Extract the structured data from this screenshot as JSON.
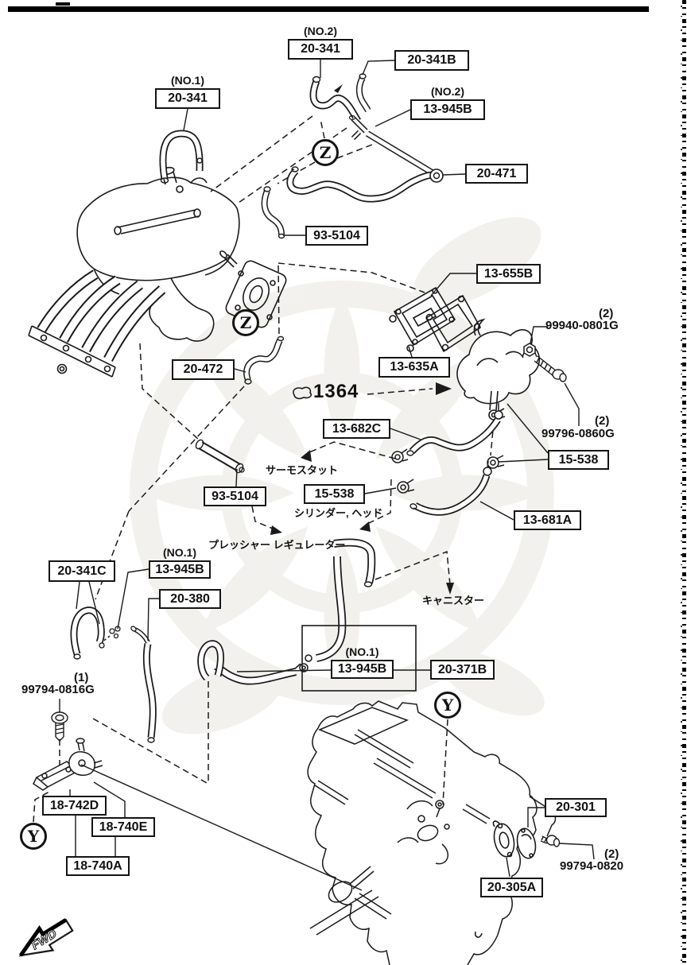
{
  "figure": {
    "number": "1364"
  },
  "markers": {
    "z": "Z",
    "y": "Y"
  },
  "direction": {
    "label": "FWD"
  },
  "colors": {
    "ink": "#1a1a1a",
    "watermark": "#e9e6df"
  },
  "annotations": {
    "thermostat": "サーモスタット",
    "cylinder_head": "シリンダー, ヘッド",
    "pressure_regulator": "プレッシャー レギュレーター",
    "canister": "キャニスター"
  },
  "labels": [
    {
      "text": "20-341",
      "note": "(NO.2)"
    },
    {
      "text": "20-341B"
    },
    {
      "text": "20-341",
      "note": "(NO.1)"
    },
    {
      "text": "13-945B",
      "note": "(NO.2)"
    },
    {
      "text": "20-471"
    },
    {
      "text": "93-5104"
    },
    {
      "text": "13-655B"
    },
    {
      "text": "13-635A"
    },
    {
      "text": "13-682C"
    },
    {
      "text": "15-538"
    },
    {
      "text": "15-538"
    },
    {
      "text": "13-681A"
    },
    {
      "text": "93-5104"
    },
    {
      "text": "20-472"
    },
    {
      "text": "13-945B",
      "note": "(NO.1)"
    },
    {
      "text": "20-341C"
    },
    {
      "text": "20-380"
    },
    {
      "text": "18-742D"
    },
    {
      "text": "18-740E"
    },
    {
      "text": "18-740A"
    },
    {
      "text": "13-945B",
      "note": "(NO.1)"
    },
    {
      "text": "20-371B"
    },
    {
      "text": "20-301"
    },
    {
      "text": "20-305A"
    }
  ],
  "part_numbers": [
    {
      "text": "99940-0801G",
      "qty": "(2)"
    },
    {
      "text": "99796-0860G",
      "qty": "(2)"
    },
    {
      "text": "99794-0816G",
      "qty": "(1)"
    },
    {
      "text": "99794-0820",
      "qty": "(2)"
    }
  ]
}
